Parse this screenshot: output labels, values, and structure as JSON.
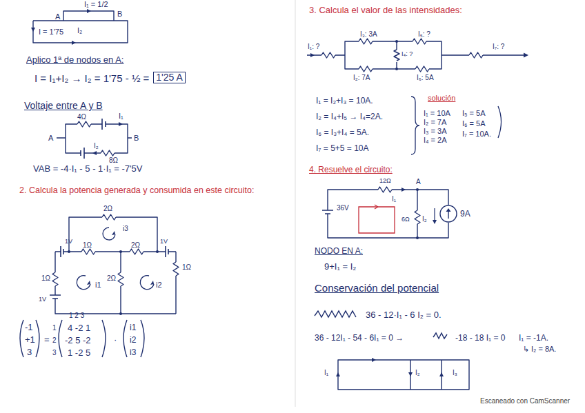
{
  "diagram": {
    "nodes": [
      {
        "text": [
          "9A"
        ]
      }
    ],
    "labels": [
      "I₁ = 1/2",
      "A",
      "B",
      "I = 1'75",
      "I₂",
      "Aplico 1ª de nodos en A:",
      "I = I₁+I₂ → I₂ = 1'75 - ½ =",
      "1'25 A",
      "Voltaje entre A y B",
      "4Ω",
      "I₁",
      "A",
      "B",
      "I₂",
      "8Ω",
      "VAB = -4·I₁ - 5 - 1·I₁ = -7'5V",
      "2. Calcula la potencia generada y consumida en este circuito:",
      "2Ω",
      "i3",
      "1V",
      "1Ω",
      "2Ω",
      "1V",
      "1Ω",
      "2Ω",
      "1Ω",
      "1V",
      "i1",
      "i2",
      "-1",
      "+1",
      "3",
      "=",
      "1 2 3",
      "1",
      "2",
      "3",
      "4 -2 1",
      "-2 5 -2",
      "1 -2 5",
      "·",
      "i1",
      "i2",
      "i3",
      "3. Calcula el valor de las intensidades:",
      "I₁: ?",
      "I₃: 3A",
      "I₅: ?",
      "I₄: ?",
      "I₂: 7A",
      "I₆: 5A",
      "I₇: ?",
      "I₁ = I₂+I₃ = 10A.",
      "I₂ = I₄+I₅ → I₄=2A.",
      "I₆ = I₃+I₄ = 5A.",
      "I₇ = 5+5 = 10A",
      "solución",
      "I₁ = 10A",
      "I₂ = 7A",
      "I₃ = 3A",
      "I₄ = 2A",
      "I₅ = 5A",
      "I₆ = 5A",
      "I₇ = 10A.",
      "4. Resuelve el circuito:",
      "12Ω",
      "A",
      "36V",
      "I₁",
      "6Ω",
      "I₂",
      "NODO EN A:",
      "9+I₁ = I₂",
      "Conservación del potencial",
      "36 - 12·I₁ - 6 I₂ = 0.",
      "36 - 12I₁ - 54 - 6I₁ = 0 →",
      "-18 - 18 I₁ = 0",
      "I₁ = -1A.",
      "↳ I₂ = 8A.",
      "I₁",
      "I₂",
      "I₃",
      "Escaneado con CamScanner"
    ]
  }
}
